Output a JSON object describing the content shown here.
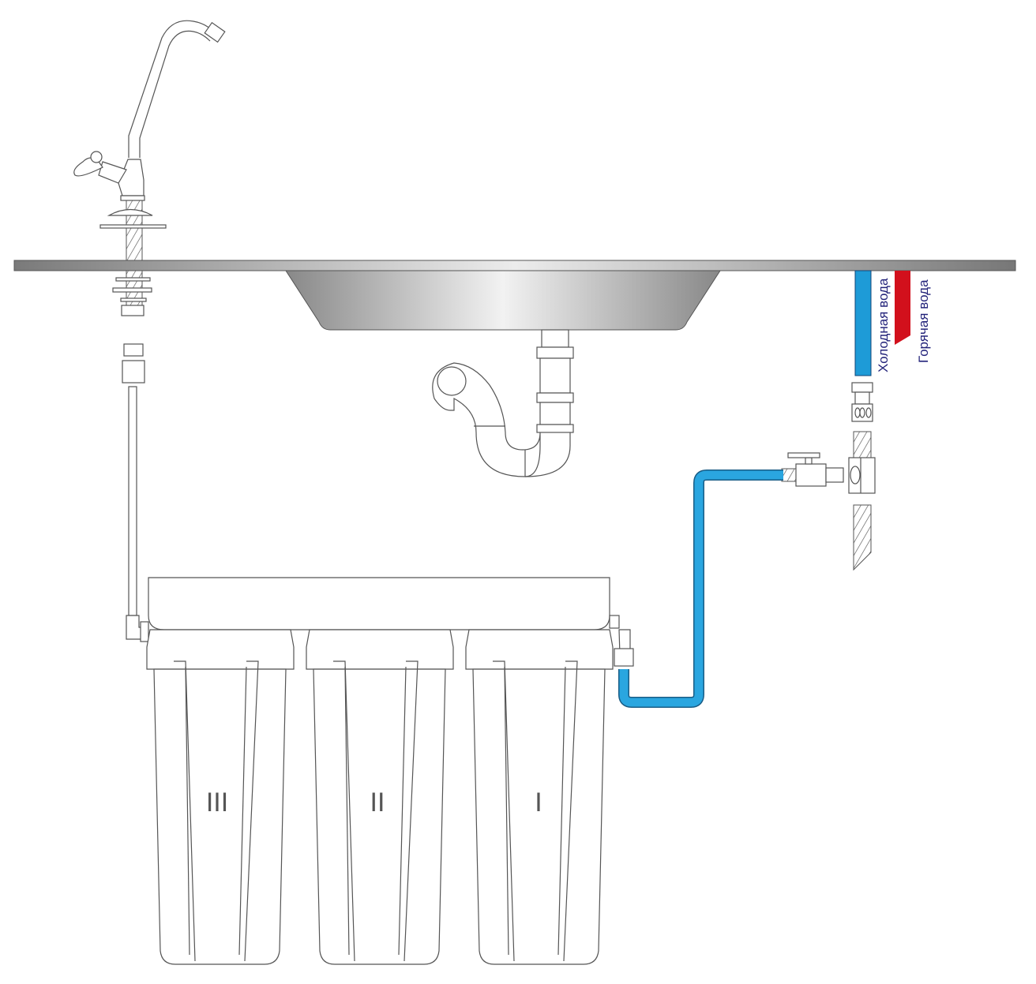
{
  "labels": {
    "cold_water": "Холодная вода",
    "hot_water": "Горячая вода"
  },
  "filters": [
    {
      "stage": "III"
    },
    {
      "stage": "II"
    },
    {
      "stage": "I"
    }
  ],
  "colors": {
    "cold": "#1e9bd7",
    "hot": "#d2101c",
    "label_text": "#23237a",
    "outline": "#555555"
  }
}
